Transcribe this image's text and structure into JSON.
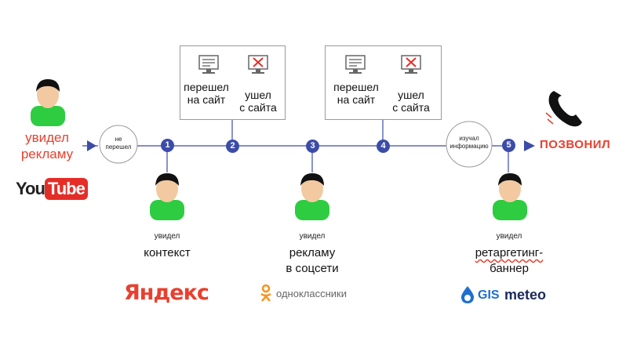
{
  "start": {
    "line1": "увидел",
    "line2": "рекламу",
    "brand_logo": "youtube-logo",
    "brand_you": "You",
    "brand_tube": "Tube"
  },
  "circles": {
    "not_moved": {
      "line1": "не",
      "line2": "перешел"
    },
    "studied": {
      "line1": "изучал",
      "line2": "информацию"
    }
  },
  "steps": [
    "1",
    "2",
    "3",
    "4",
    "5"
  ],
  "box1": {
    "left": {
      "line1": "перешел",
      "line2": "на сайт"
    },
    "right": {
      "line1": "ушел",
      "line2": "с сайта"
    }
  },
  "box2": {
    "left": {
      "line1": "перешел",
      "line2": "на сайт"
    },
    "right": {
      "line1": "ушел",
      "line2": "с сайта"
    }
  },
  "people": [
    {
      "small": "увидел",
      "big1": "контекст",
      "big2": "",
      "brand": "Яндекс"
    },
    {
      "small": "увидел",
      "big1": "рекламу",
      "big2": "в соцсети",
      "brand": "одноклассники"
    },
    {
      "small": "увидел",
      "big1": "ретаргетинг-",
      "big2": "баннер",
      "brand_a": "GIS",
      "brand_b": "meteo"
    }
  ],
  "end": {
    "label": "ПОЗВОНИЛ",
    "icon": "phone-icon"
  },
  "colors": {
    "accent_red": "#e8402f",
    "line_blue": "#3b4ca8",
    "person_green": "#2ecc40",
    "skin": "#f2c9a0"
  }
}
